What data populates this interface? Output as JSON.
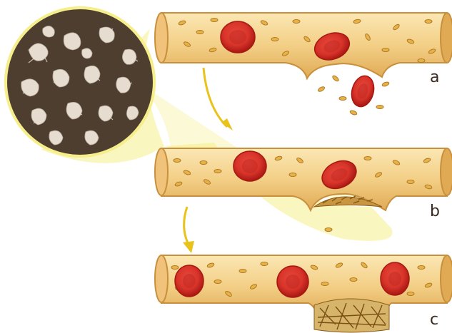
{
  "labels": {
    "a": "a",
    "b": "b",
    "c": "c"
  },
  "colors": {
    "vessel": "#f3cf86",
    "vessel_edge": "#c8903d",
    "red_cell": "#d8342a",
    "red_cell_core": "#b31e1a",
    "platelet": "#e8b24a",
    "magnify": "#f4ec80",
    "arrow": "#e9c21a",
    "micrograph_bg": "#4a3c30",
    "micrograph_cell": "#e8e0d4"
  },
  "icons": {
    "lens": "magnifying-lens-micrograph",
    "arrow": "yellow-curved-arrow"
  }
}
